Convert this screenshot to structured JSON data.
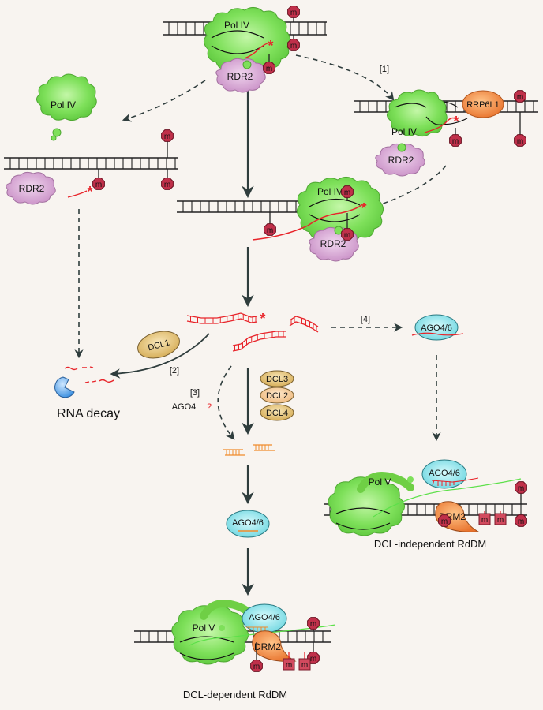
{
  "colors": {
    "background": "#f8f4f0",
    "pol_green": "#7ee05a",
    "pol_green_dark": "#4fb832",
    "rdr2_purple": "#d9a9d6",
    "rrp6l1_orange": "#f39a4a",
    "ago_cyan": "#8fe3ea",
    "dcl_tan": "#e9cf8e",
    "dcl2_peach": "#f6cfa0",
    "drm2_orange": "#e8712c",
    "methyl_red": "#c0304a",
    "rna_red": "#e8242a",
    "srna_orange": "#f08a2a",
    "nascent_green": "#5de04a",
    "arrow_dark": "#2f3d3d",
    "decay_blue": "#5aa8ea"
  },
  "labels": {
    "pol_iv": "Pol IV",
    "pol_v": "Pol V",
    "rdr2": "RDR2",
    "rrp6l1": "RRP6L1",
    "dcl1": "DCL1",
    "dcl2": "DCL2",
    "dcl3": "DCL3",
    "dcl4": "DCL4",
    "ago46": "AGO4/6",
    "ago4": "AGO4",
    "question": "?",
    "drm2": "DRM2",
    "methyl": "m",
    "step1": "[1]",
    "step2": "[2]",
    "step3": "[3]",
    "step4": "[4]",
    "rna_decay": "RNA decay",
    "dcl_dependent": "DCL-dependent RdDM",
    "dcl_independent": "DCL-independent RdDM",
    "star": "*"
  }
}
